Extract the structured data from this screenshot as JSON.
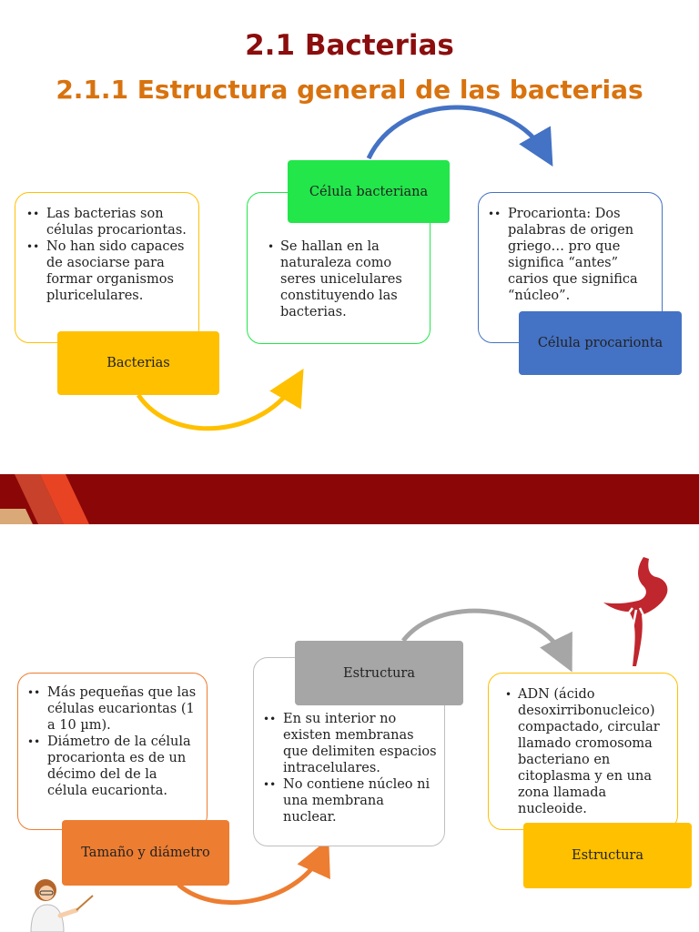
{
  "header": {
    "title": "2.1 Bacterias",
    "subtitle": "2.1.1 Estructura general de las bacterias"
  },
  "top": {
    "card_left": {
      "bullets": [
        "Las bacterias son células procariontas.",
        "No han sido capaces de asociarse para formar organismos pluricelulares."
      ],
      "tag": "Bacterias"
    },
    "card_middle": {
      "tag": "Célula bacteriana",
      "bullets": [
        "Se hallan en la naturaleza como seres unicelulares constituyendo las bacterias."
      ]
    },
    "card_right": {
      "bullets": [
        "Procarionta: Dos palabras de origen griego… pro que significa “antes” carios que significa “núcleo”."
      ],
      "tag": "Célula procarionta"
    }
  },
  "bottom": {
    "card_left": {
      "bullets": [
        "Más pequeñas que las células eucariontas (1 a 10 µm).",
        "Diámetro de la célula procarionta es de un décimo del de la célula eucarionta."
      ],
      "tag": "Tamaño y diámetro"
    },
    "card_middle": {
      "tag": "Estructura",
      "bullets": [
        "En su interior no existen membranas que delimiten espacios intracelulares.",
        "No contiene núcleo ni una membrana nuclear."
      ]
    },
    "card_right": {
      "bullets": [
        "ADN (ácido desoxirribonucleico) compactado, circular llamado cromosoma bacteriano en citoplasma y en una zona llamada nucleoide."
      ],
      "tag": "Estructura"
    }
  },
  "colors": {
    "dark_red": "#8b0d0d",
    "orange_title": "#d8720f",
    "yellow": "#ffc000",
    "green": "#22e64a",
    "blue": "#4472c4",
    "gray": "#a6a6a6",
    "orange": "#ed7d31"
  },
  "icons": [
    "flamingo-icon",
    "teacher-icon"
  ]
}
